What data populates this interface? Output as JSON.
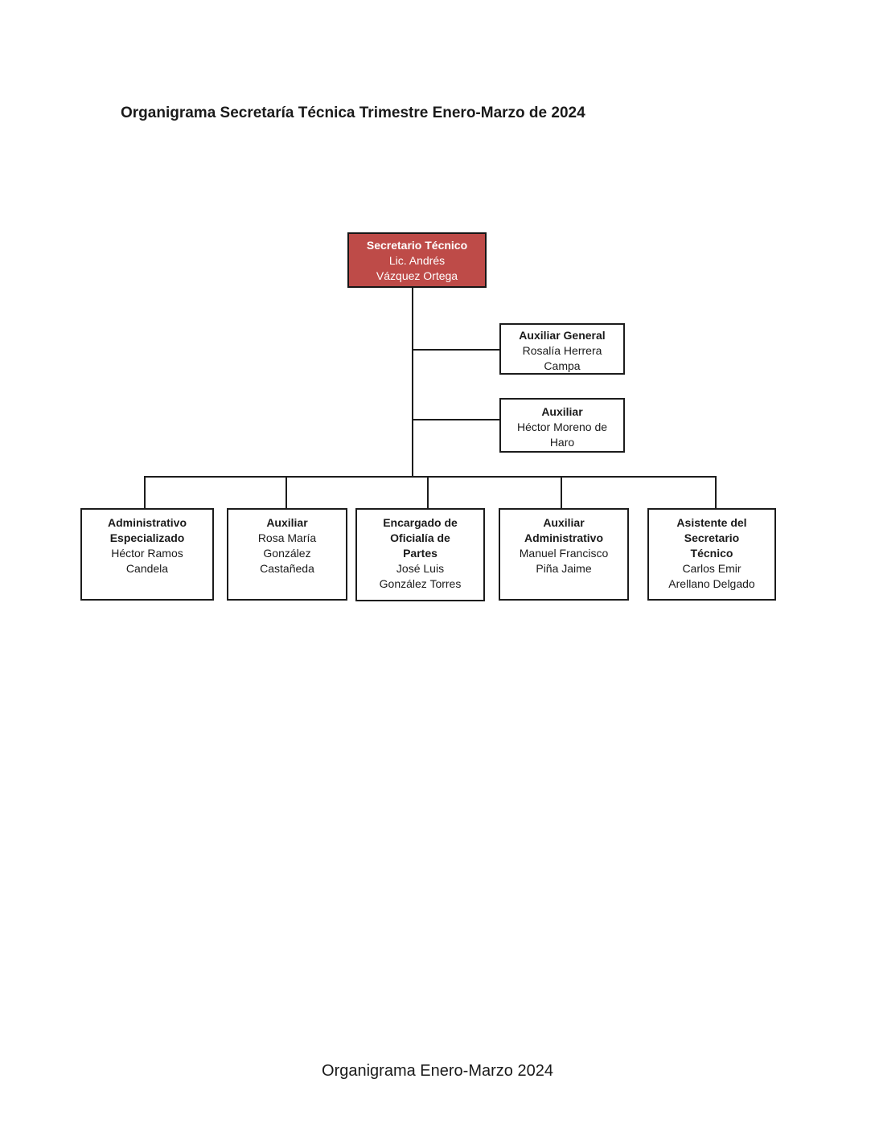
{
  "page": {
    "title": "Organigrama Secretaría Técnica Trimestre Enero-Marzo de 2024",
    "footer": "Organigrama Enero-Marzo 2024"
  },
  "org": {
    "root": {
      "title": "Secretario Técnico",
      "person": "Lic. Andrés\nVázquez Ortega"
    },
    "side": [
      {
        "title": "Auxiliar General",
        "person": "Rosalía Herrera\nCampa"
      },
      {
        "title": "Auxiliar",
        "person": "Héctor Moreno de\nHaro"
      }
    ],
    "team": [
      {
        "title": "Administrativo\nEspecializado",
        "person": "Héctor Ramos\nCandela"
      },
      {
        "title": "Auxiliar",
        "person": "Rosa María\nGonzález\nCastañeda"
      },
      {
        "title": "Encargado de\nOficialía de\nPartes",
        "person": "José Luis\nGonzález Torres"
      },
      {
        "title": "Auxiliar\nAdministrativo",
        "person": "Manuel Francisco\nPiña Jaime"
      },
      {
        "title": "Asistente del\nSecretario\nTécnico",
        "person": "Carlos Emir\nArellano Delgado"
      }
    ],
    "colors": {
      "accent": "#be4b48",
      "accent_text": "#ffffff",
      "line": "#1c1c1c",
      "box_background": "#ffffff"
    }
  }
}
